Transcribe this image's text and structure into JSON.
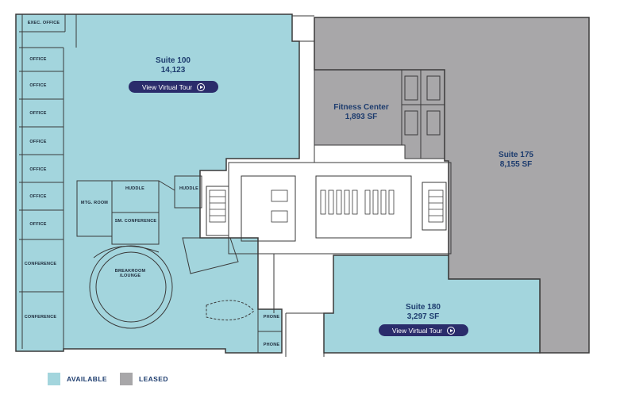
{
  "colors": {
    "available": "#a3d5dd",
    "leased": "#a8a7a9",
    "wall": "#3a3a3a",
    "text": "#1d3c6e",
    "button": "#2a2c6b"
  },
  "suites": {
    "s100": {
      "name": "Suite 100",
      "area": "14,123",
      "status": "available",
      "tour_label": "View Virtual Tour"
    },
    "fitness": {
      "name": "Fitness Center",
      "area": "1,893 SF",
      "status": "leased"
    },
    "s175": {
      "name": "Suite 175",
      "area": "8,155 SF",
      "status": "leased"
    },
    "s180": {
      "name": "Suite 180",
      "area": "3,297 SF",
      "status": "available",
      "tour_label": "View Virtual Tour"
    }
  },
  "rooms": {
    "exec_office": "EXEC. OFFICE",
    "office": "OFFICE",
    "conference": "CONFERENCE",
    "mtg_room": "MTG. ROOM",
    "huddle": "HUDDLE",
    "sm_conference": "SM. CONFERENCE",
    "breakroom": "BREAKROOM",
    "lounge": "/LOUNGE",
    "phone": "PHONE"
  },
  "legend": {
    "available": "AVAILABLE",
    "leased": "LEASED"
  }
}
